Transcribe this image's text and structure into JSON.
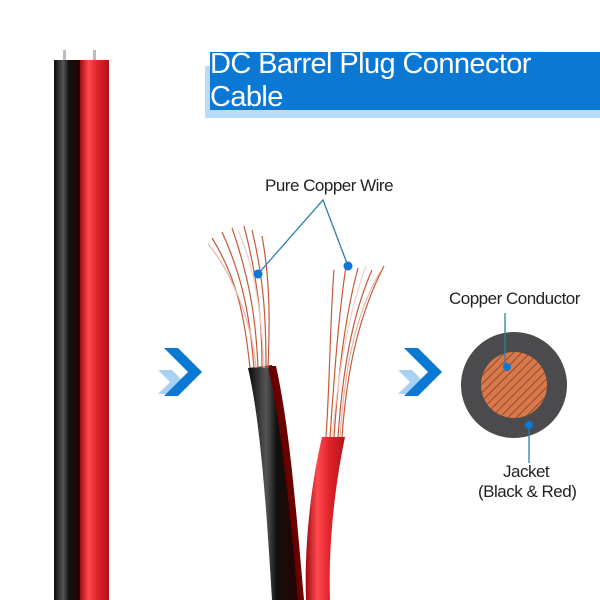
{
  "title": "DC Barrel Plug Connector Cable",
  "labels": {
    "pure_copper_wire": "Pure Copper Wire",
    "copper_conductor": "Copper Conductor",
    "jacket_line1": "Jacket",
    "jacket_line2": "(Black & Red)"
  },
  "icons": {
    "arrow_1": "chevron-right-icon",
    "arrow_2": "chevron-right-icon"
  },
  "colors": {
    "accent_blue": "#0b78d4",
    "light_blue": "#b9dcf6",
    "wire_red": "#e0232b",
    "wire_black": "#1a1a1a",
    "copper": "#d9784a",
    "jacket_gray": "#4b4b4d"
  }
}
